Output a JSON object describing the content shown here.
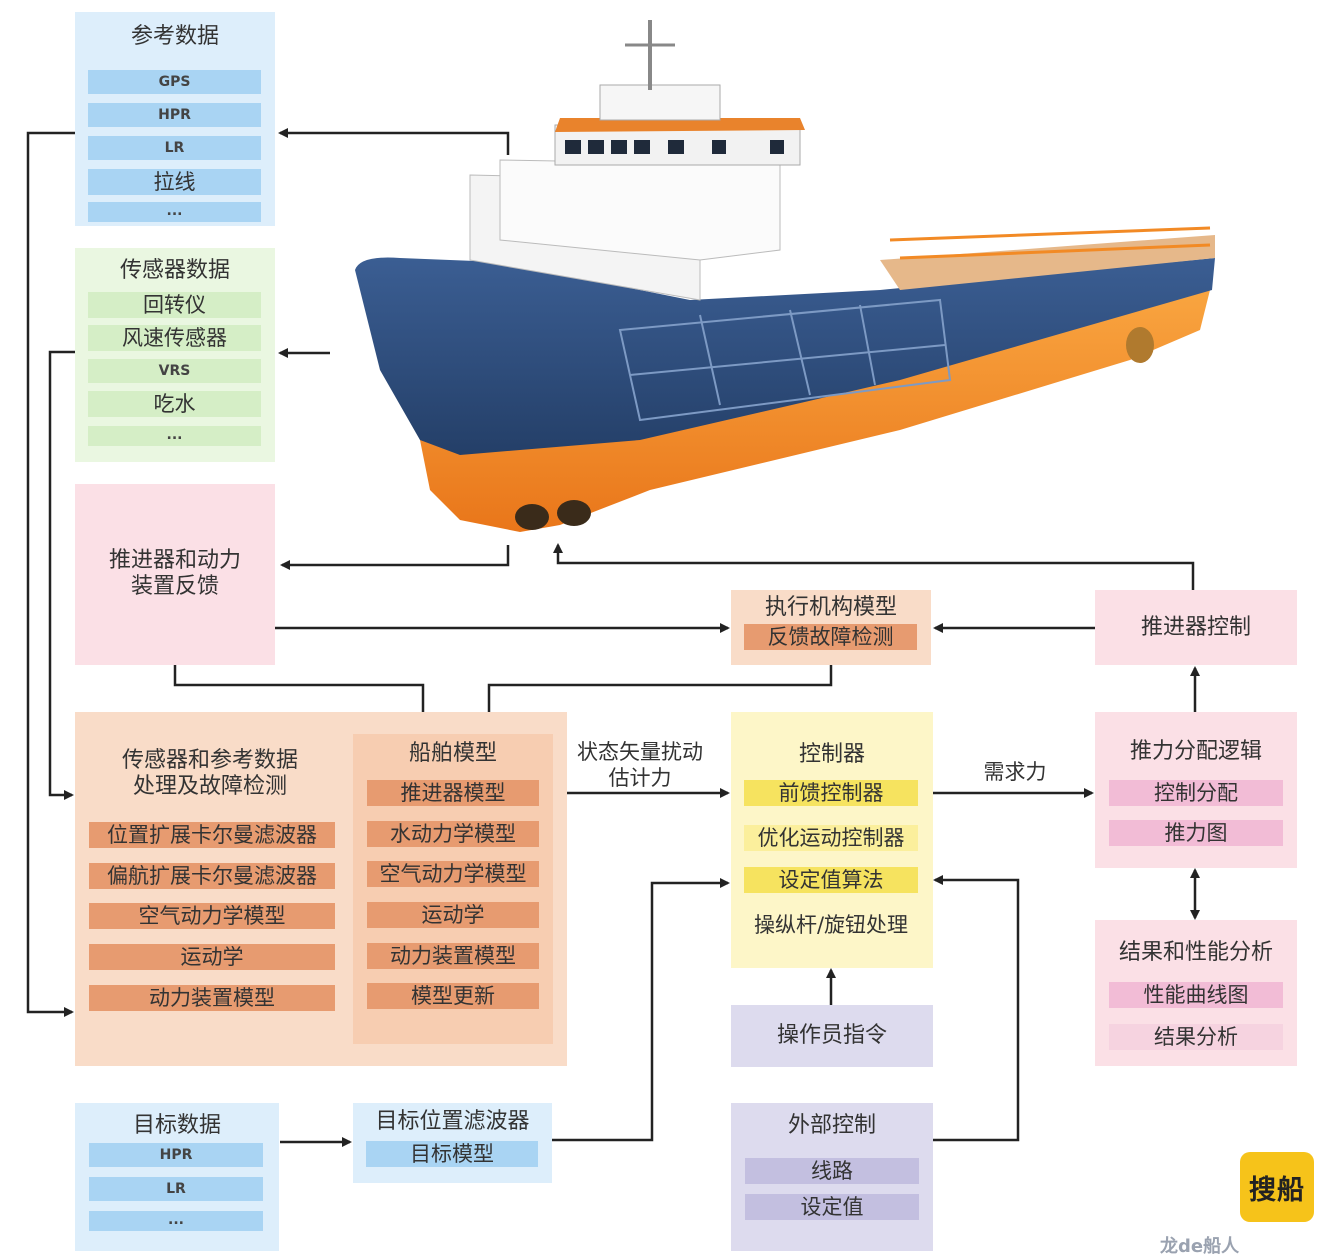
{
  "reference": {
    "title": "参考数据",
    "items": [
      "GPS",
      "HPR",
      "LR",
      "拉线",
      "..."
    ]
  },
  "sensor": {
    "title": "传感器数据",
    "items": [
      "回转仪",
      "风速传感器",
      "VRS",
      "吃水",
      "..."
    ]
  },
  "thruster_feedback": {
    "title_l1": "推进器和动力",
    "title_l2": "装置反馈"
  },
  "actuator": {
    "title": "执行机构模型",
    "item": "反馈故障检测"
  },
  "thruster_control": {
    "title": "推进器控制"
  },
  "processing": {
    "title_l1": "传感器和参考数据",
    "title_l2": "处理及故障检测",
    "items": [
      "位置扩展卡尔曼滤波器",
      "偏航扩展卡尔曼滤波器",
      "空气动力学模型",
      "运动学",
      "动力装置模型"
    ]
  },
  "ship_model": {
    "title": "船舶模型",
    "items": [
      "推进器模型",
      "水动力学模型",
      "空气动力学模型",
      "运动学",
      "动力装置模型",
      "模型更新"
    ]
  },
  "edge_state": {
    "l1": "状态矢量扰动",
    "l2": "估计力"
  },
  "controller": {
    "title": "控制器",
    "items": [
      "前馈控制器",
      "优化运动控制器",
      "设定值算法",
      "操纵杆/旋钮处理"
    ]
  },
  "edge_demand": {
    "label": "需求力"
  },
  "allocation": {
    "title": "推力分配逻辑",
    "items": [
      "控制分配",
      "推力图"
    ]
  },
  "results": {
    "title": "结果和性能分析",
    "items": [
      "性能曲线图",
      "结果分析"
    ]
  },
  "operator": {
    "title": "操作员指令"
  },
  "target": {
    "title": "目标数据",
    "items": [
      "HPR",
      "LR",
      "..."
    ]
  },
  "target_filter": {
    "title": "目标位置滤波器",
    "item": "目标模型"
  },
  "external": {
    "title": "外部控制",
    "items": [
      "线路",
      "设定值"
    ]
  },
  "watermark": {
    "badge": "搜船",
    "text": "龙de船人"
  },
  "colors": {
    "blue_bg": "#ddeefb",
    "blue_bar": "#a9d4f3",
    "green_bg": "#eaf7e1",
    "green_bar": "#d5eec6",
    "pink_bg": "#fbe0e6",
    "peach_bg": "#f9dcc8",
    "orange_bar": "#e79b70",
    "yellow_bg": "#fdf6c8",
    "yellow_bar": "#f6e35f",
    "lilac_bg": "#dddbee",
    "lilac_bar": "#c3bfe0",
    "magenta_bar": "#f2bcd6",
    "hull_orange": "#f28a25",
    "hull_blue": "#2f4d7c"
  }
}
